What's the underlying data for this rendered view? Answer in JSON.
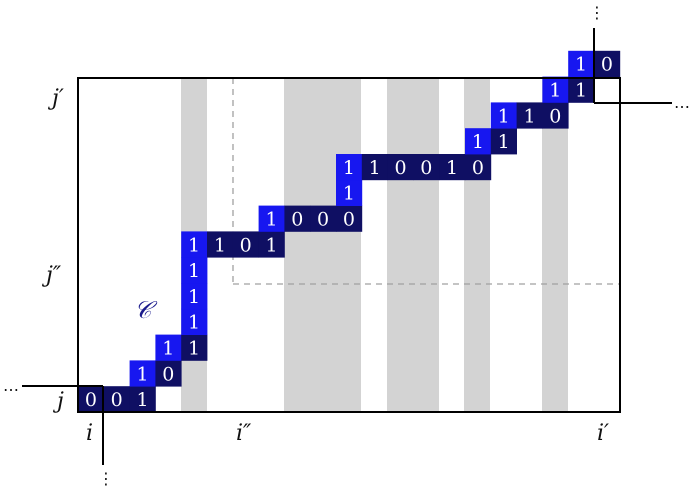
{
  "labels": {
    "j_prime": "j′",
    "j_double_prime": "j″",
    "j": "j",
    "i": "i",
    "i_double_prime": "i″",
    "i_prime": "i′",
    "curve": "𝒞",
    "ellipsis": "…",
    "vellipsis": "⋮"
  },
  "colors": {
    "dark_cell": "#0f0f63",
    "light_cell": "#1717f0",
    "highlight_digit": "#ff2020",
    "gray_band": "#d3d3d3",
    "dash": "#a0a0a0"
  },
  "cells": [
    {
      "col": 0,
      "row": 0,
      "v": "0",
      "tone": "dark"
    },
    {
      "col": 1,
      "row": 0,
      "v": "0",
      "tone": "dark"
    },
    {
      "col": 2,
      "row": 0,
      "v": "1",
      "tone": "dark"
    },
    {
      "col": 2,
      "row": 1,
      "v": "1",
      "tone": "light"
    },
    {
      "col": 3,
      "row": 1,
      "v": "0",
      "tone": "dark"
    },
    {
      "col": 3,
      "row": 2,
      "v": "1",
      "tone": "light"
    },
    {
      "col": 4,
      "row": 2,
      "v": "1",
      "tone": "dark"
    },
    {
      "col": 4,
      "row": 3,
      "v": "1",
      "tone": "light"
    },
    {
      "col": 4,
      "row": 4,
      "v": "1",
      "tone": "light"
    },
    {
      "col": 4,
      "row": 5,
      "v": "1",
      "tone": "light"
    },
    {
      "col": 4,
      "row": 6,
      "v": "1",
      "tone": "light"
    },
    {
      "col": 5,
      "row": 6,
      "v": "1",
      "tone": "dark"
    },
    {
      "col": 6,
      "row": 6,
      "v": "0",
      "tone": "dark"
    },
    {
      "col": 7,
      "row": 6,
      "v": "1",
      "tone": "dark"
    },
    {
      "col": 7,
      "row": 7,
      "v": "1",
      "tone": "light",
      "highlight": true
    },
    {
      "col": 8,
      "row": 7,
      "v": "0",
      "tone": "dark"
    },
    {
      "col": 9,
      "row": 7,
      "v": "0",
      "tone": "dark"
    },
    {
      "col": 10,
      "row": 7,
      "v": "0",
      "tone": "dark"
    },
    {
      "col": 10,
      "row": 8,
      "v": "1",
      "tone": "light"
    },
    {
      "col": 10,
      "row": 9,
      "v": "1",
      "tone": "light"
    },
    {
      "col": 11,
      "row": 9,
      "v": "1",
      "tone": "dark"
    },
    {
      "col": 12,
      "row": 9,
      "v": "0",
      "tone": "dark"
    },
    {
      "col": 13,
      "row": 9,
      "v": "0",
      "tone": "dark"
    },
    {
      "col": 14,
      "row": 9,
      "v": "1",
      "tone": "dark"
    },
    {
      "col": 15,
      "row": 9,
      "v": "0",
      "tone": "dark"
    },
    {
      "col": 15,
      "row": 10,
      "v": "1",
      "tone": "light"
    },
    {
      "col": 16,
      "row": 10,
      "v": "1",
      "tone": "dark"
    },
    {
      "col": 16,
      "row": 11,
      "v": "1",
      "tone": "light"
    },
    {
      "col": 17,
      "row": 11,
      "v": "1",
      "tone": "dark"
    },
    {
      "col": 18,
      "row": 11,
      "v": "0",
      "tone": "dark"
    },
    {
      "col": 18,
      "row": 12,
      "v": "1",
      "tone": "light"
    },
    {
      "col": 19,
      "row": 12,
      "v": "1",
      "tone": "dark"
    },
    {
      "col": 19,
      "row": 13,
      "v": "1",
      "tone": "light"
    },
    {
      "col": 20,
      "row": 13,
      "v": "0",
      "tone": "dark"
    }
  ]
}
